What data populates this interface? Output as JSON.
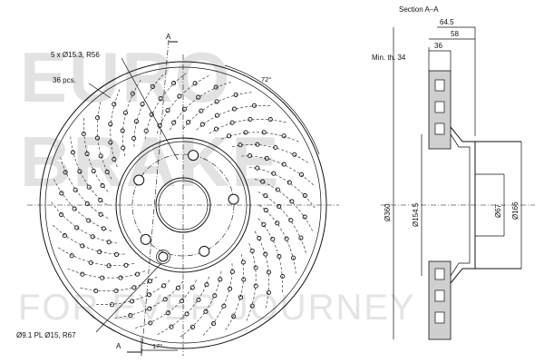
{
  "watermark": {
    "line1": "EURO",
    "line2": "BRAKE",
    "tagline": "FOR EVER JOURNEY"
  },
  "front_view": {
    "bolt_pattern_label": "5 x Ø15.3, R56",
    "holes_count_label": "36 pcs.",
    "angle_label": "72°",
    "section_marker_top": "A",
    "section_marker_bottom": "A",
    "offset_label": "17°",
    "pin_hole_label": "Ø9.1 PL Ø15, R67"
  },
  "section_view": {
    "title": "Section A–A",
    "dim_overall": "64.5",
    "dim_hat": "58",
    "dim_disc": "36",
    "min_thickness": "Min. th. 34",
    "dia_outer": "Ø360",
    "dia_hat": "Ø154.5",
    "dia_center": "Ø67",
    "dia_bolt": "Ø166"
  },
  "colors": {
    "line": "#111111",
    "watermark": "#e2e2e2",
    "hatch": "#cfcfcf"
  }
}
